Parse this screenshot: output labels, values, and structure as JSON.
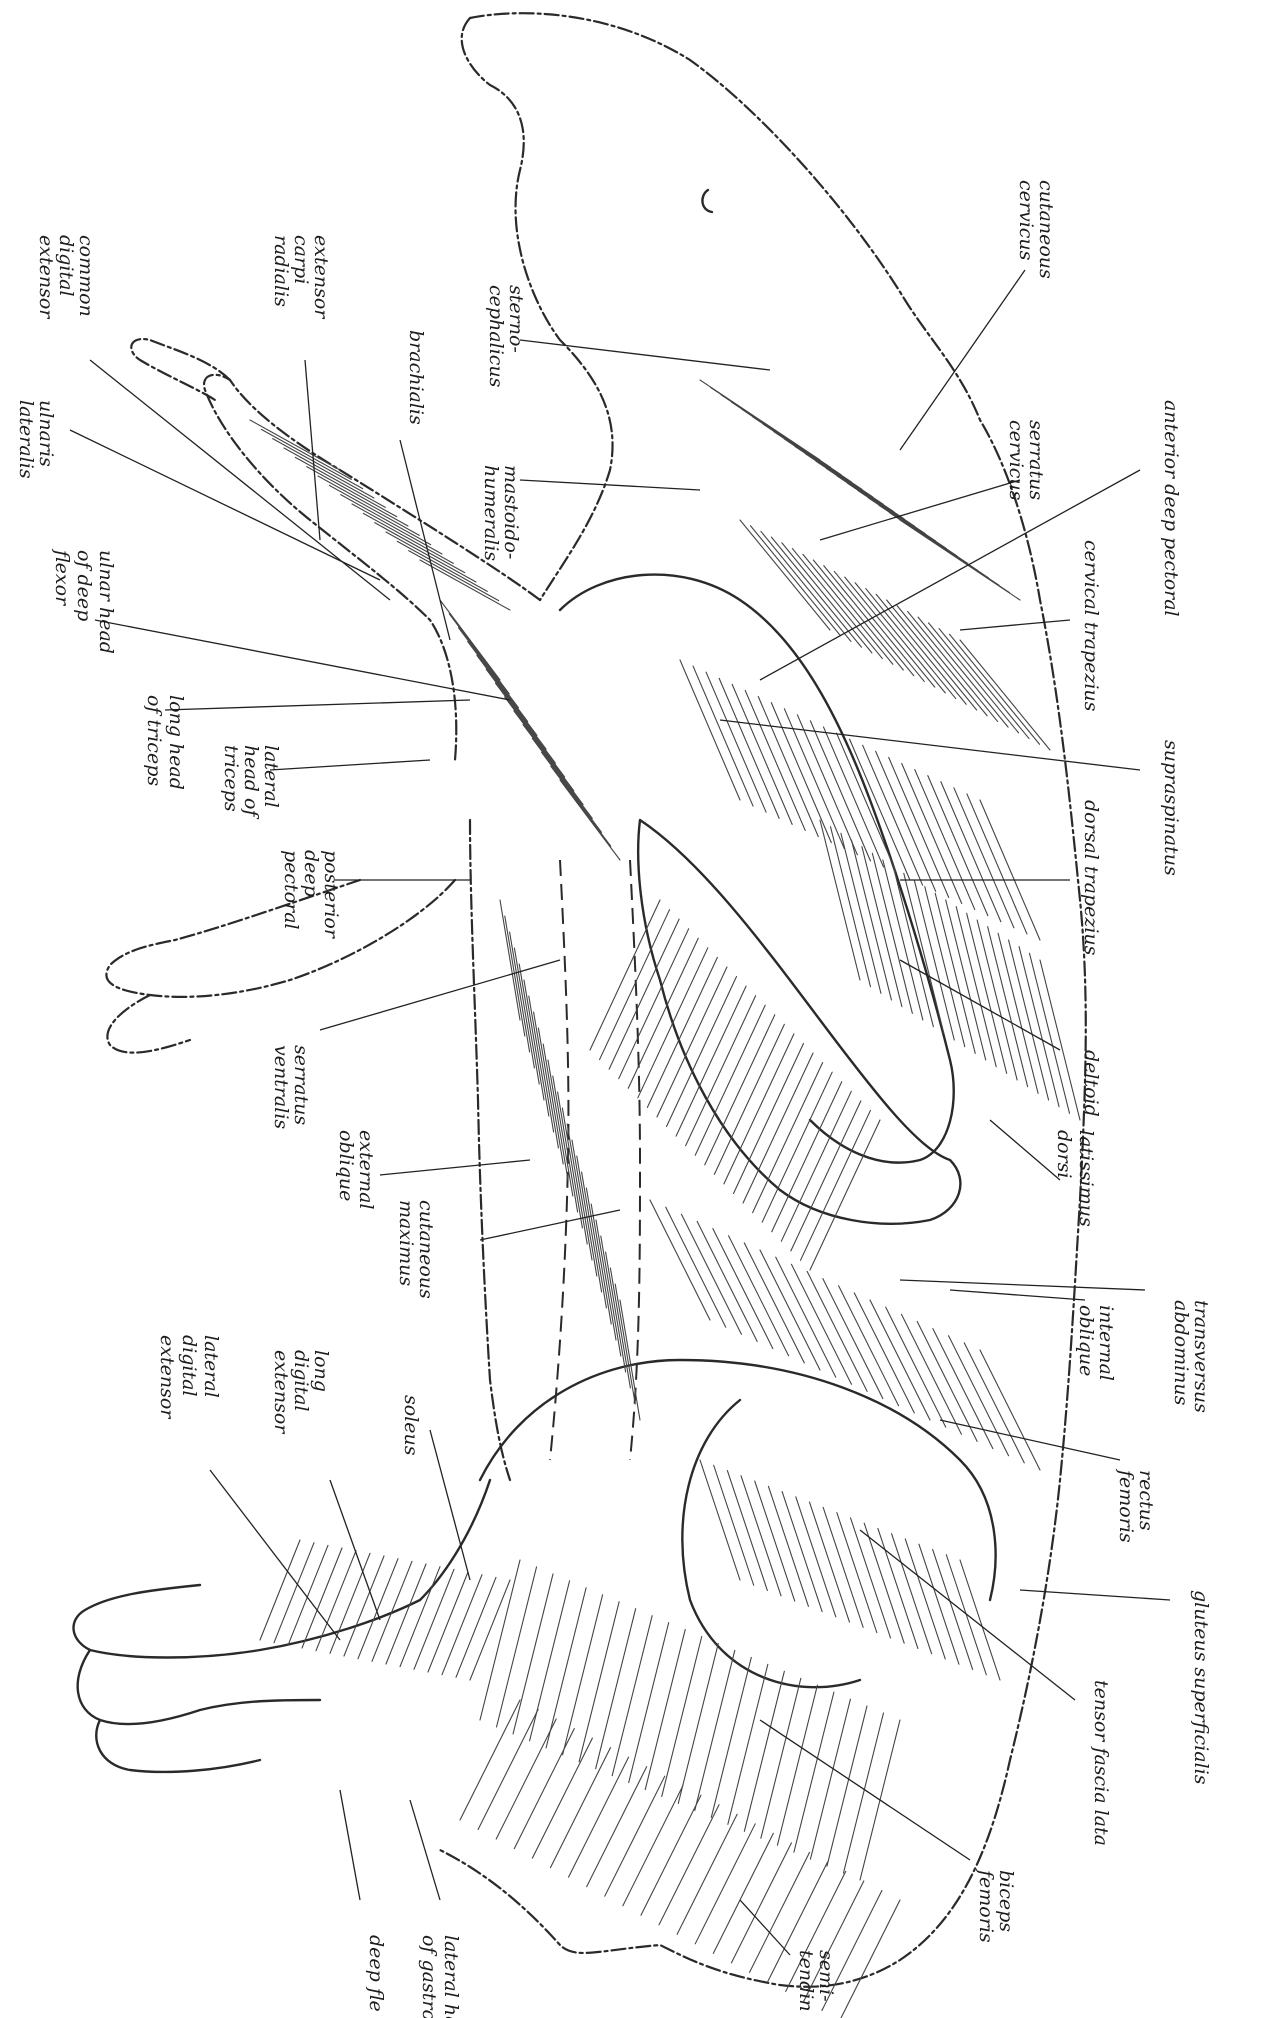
{
  "diagram": {
    "labels": {
      "cutaneous_cervicus": [
        "cutaneous",
        "cervicus"
      ],
      "serratus_cervicus": [
        "serratus",
        "cervicus"
      ],
      "anterior_deep_pectoral": [
        "anterior deep pectoral"
      ],
      "cervical_trapezius": [
        "cervical trapezius"
      ],
      "supraspinatus": [
        "supraspinatus"
      ],
      "dorsal_trapezius": [
        "dorsal trapezius"
      ],
      "deltoid": [
        "deltoid"
      ],
      "latissimus_dorsi": [
        "latissimus",
        "dorsi"
      ],
      "transversus_abdominus": [
        "transversus",
        "abdominus"
      ],
      "internal_oblique": [
        "internal",
        "oblique"
      ],
      "rectus_femoris": [
        "rectus",
        "femoris"
      ],
      "gluteus_superficialis": [
        "gluteus superficialis"
      ],
      "tensor_fascia_lata": [
        "tensor fascia lata"
      ],
      "biceps_femoris": [
        "biceps",
        "femoris"
      ],
      "semitendinosus": [
        "semi-",
        "tendin"
      ],
      "lateral_head_gastrocnemius": [
        "lateral he",
        "of gastroc"
      ],
      "deep_flexor": [
        "deep fle"
      ],
      "lateral_digital_extensor": [
        "lateral",
        "digital",
        "extensor"
      ],
      "long_digital_extensor": [
        "long",
        "digital",
        "extensor"
      ],
      "soleus": [
        "soleus"
      ],
      "cutaneous_maximus": [
        "cutaneous",
        "maximus"
      ],
      "external_oblique": [
        "external",
        "oblique"
      ],
      "serratus_ventralis": [
        "serratus",
        "ventralis"
      ],
      "posterior_deep_pectoral": [
        "posterior",
        "deep",
        "pectoral"
      ],
      "lateral_head_triceps": [
        "lateral",
        "head of",
        "triceps"
      ],
      "long_head_triceps": [
        "long head",
        "of triceps"
      ],
      "ulnar_head_deep_flexor": [
        "ulnar head",
        "of deep",
        "flexor"
      ],
      "ulnaris_lateralis": [
        "ulnaris",
        "lateralis"
      ],
      "brachialis": [
        "brachialis"
      ],
      "mastoidohumeralis": [
        "mastoido-",
        "humeralis"
      ],
      "sternocephalicus": [
        "sterno-",
        "cephalicus"
      ],
      "extensor_carpi_radialis": [
        "extensor",
        "carpi",
        "radialis"
      ],
      "common_digital_extensor": [
        "common",
        "digital",
        "extensor"
      ]
    }
  }
}
